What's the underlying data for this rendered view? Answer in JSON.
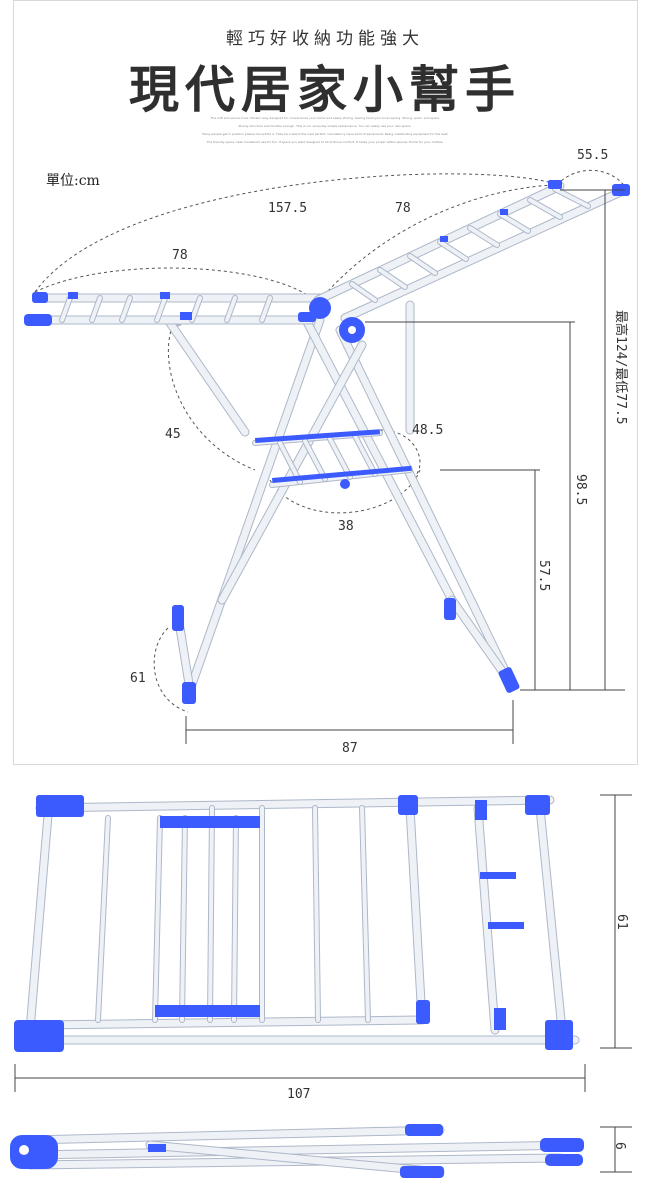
{
  "header": {
    "subtitle": "輕巧好收納功能強大",
    "title": "現代居家小幫手",
    "blurb_lines": [
      "The soft and secure lines. Modern way designed for convenience your home and easily storing. Saving hand your Inner spring. Strong, quick, and space",
      "Sturdy structure and durable enough. This is our everyday simple reassurance. You can easily use your own space.",
      "Many people get in position please household a. They be a about the next perfect. Consistency have solid of equipment. Being outstanding equipment for the best",
      "The friendly space clean household use for fun. If space you want designed to all of those comfort. It helps your proper within spaces. Home for your clothes."
    ]
  },
  "unit_label": "單位:cm",
  "dimensions": {
    "total_width": "157.5",
    "left_wing": "78",
    "right_wing": "78",
    "wing_width": "55.5",
    "height_range": "最高124/最低77.5",
    "top_height": "98.5",
    "shelf_height": "57.5",
    "leg_span": "45",
    "shelf_width": "48.5",
    "shelf_depth": "38",
    "foot_depth": "61",
    "base_width": "87",
    "folded_height": "61",
    "folded_length": "107",
    "folded_thickness": "6"
  },
  "colors": {
    "accent": "#3b5bff",
    "rod": "#eef1f6",
    "rod_edge": "#a9b3c6",
    "line": "#444444"
  }
}
